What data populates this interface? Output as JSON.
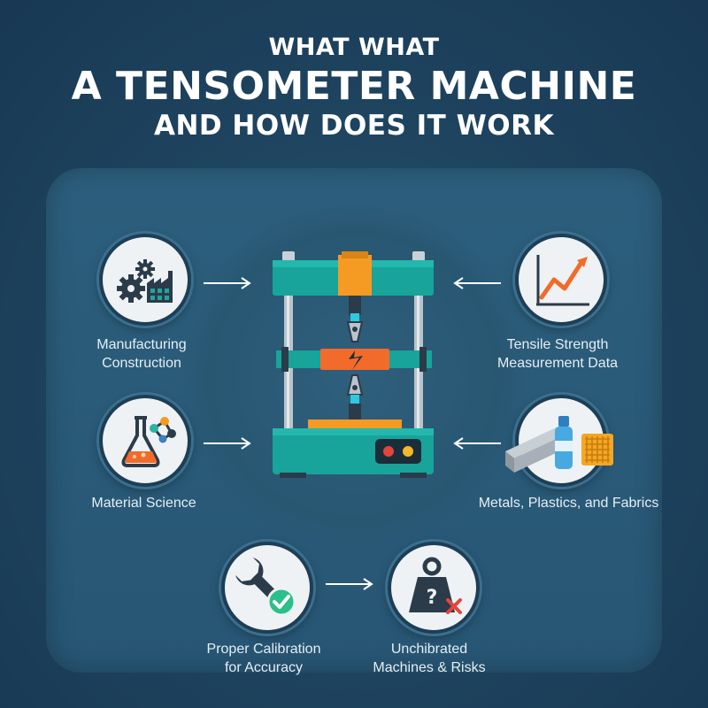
{
  "title": {
    "line1": "WHAT WHAT",
    "line2": "A TENSOMETER MACHINE",
    "line3": "AND HOW DOES IT WORK"
  },
  "items": {
    "top_left": {
      "line1": "Manufacturing",
      "line2": "Construction",
      "icon": "gears-factory-icon"
    },
    "mid_left": {
      "line1": "Material Science",
      "icon": "flask-molecule-icon"
    },
    "top_right": {
      "line1": "Tensile Strength",
      "line2": "Measurement Data",
      "icon": "line-chart-icon"
    },
    "mid_right": {
      "line1": "Metals, Plastics, and Fabrics",
      "icon": "materials-icon"
    },
    "bottom_left": {
      "line1": "Proper Calibration",
      "line2": "for Accuracy",
      "icon": "wrench-check-icon"
    },
    "bottom_right": {
      "line1": "Unchibrated",
      "line2": "Machines & Risks",
      "icon": "weight-question-icon"
    }
  },
  "colors": {
    "background": "#1f4560",
    "panel": "#2a5b79",
    "machine_teal": "#18a39b",
    "accent_orange": "#f59a23",
    "chart_orange": "#f26b2a",
    "check_green": "#2bbf8a",
    "cross_red": "#e2463b"
  }
}
